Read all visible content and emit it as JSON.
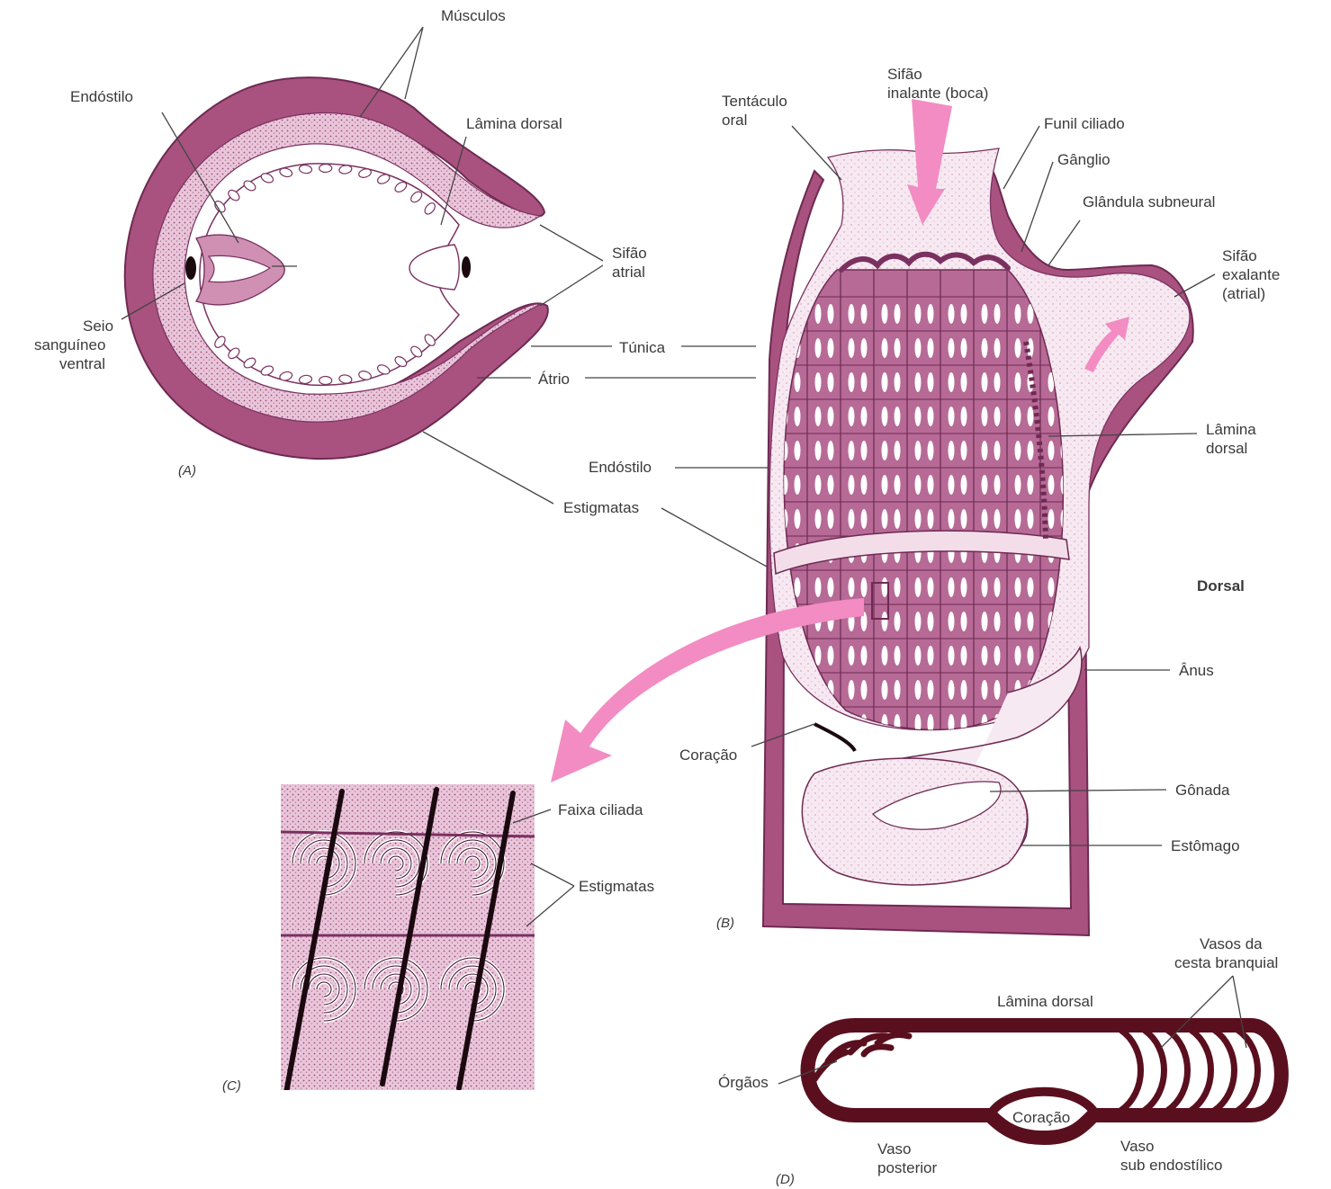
{
  "colors": {
    "tissue_dark": "#9c4a79",
    "tissue_light": "#e2b6cf",
    "tissue_pale": "#f3dde9",
    "arrow_pink": "#f28cc2",
    "vessel_dark": "#5a0f1e",
    "label_text": "#3a3a3a"
  },
  "panel_a": {
    "panel_label": "(A)",
    "labels": {
      "musculos": "Músculos",
      "endostilo": "Endóstilo",
      "lamina_dorsal": "Lâmina dorsal",
      "sifao_atrial_1": "Sifão",
      "sifao_atrial_2": "atrial",
      "seio_1": "Seio",
      "seio_2": "sanguíneo",
      "seio_3": "ventral",
      "tunica": "Túnica",
      "atrio": "Átrio",
      "estigmatas": "Estigmatas",
      "endostilo_b": "Endóstilo"
    }
  },
  "panel_b": {
    "panel_label": "(B)",
    "labels": {
      "tentaculo_1": "Tentáculo",
      "tentaculo_2": "oral",
      "sifao_inalante_1": "Sifão",
      "sifao_inalante_2": "inalante (boca)",
      "funil_ciliado": "Funil ciliado",
      "ganglio": "Gânglio",
      "glandula": "Glândula subneural",
      "sifao_exalante_1": "Sifão",
      "sifao_exalante_2": "exalante",
      "sifao_exalante_3": "(atrial)",
      "lamina_1": "Lâmina",
      "lamina_2": "dorsal",
      "dorsal": "Dorsal",
      "anus": "Ânus",
      "coracao": "Coração",
      "gonada": "Gônada",
      "estomago": "Estômago"
    }
  },
  "panel_c": {
    "panel_label": "(C)",
    "labels": {
      "faixa_ciliada": "Faixa ciliada",
      "estigmatas": "Estigmatas"
    }
  },
  "panel_d": {
    "panel_label": "(D)",
    "labels": {
      "vasos_1": "Vasos da",
      "vasos_2": "cesta branquial",
      "lamina_dorsal": "Lâmina dorsal",
      "orgaos": "Órgãos",
      "coracao": "Coração",
      "vaso_posterior_1": "Vaso",
      "vaso_posterior_2": "posterior",
      "vaso_sub_1": "Vaso",
      "vaso_sub_2": "sub endostílico"
    }
  }
}
